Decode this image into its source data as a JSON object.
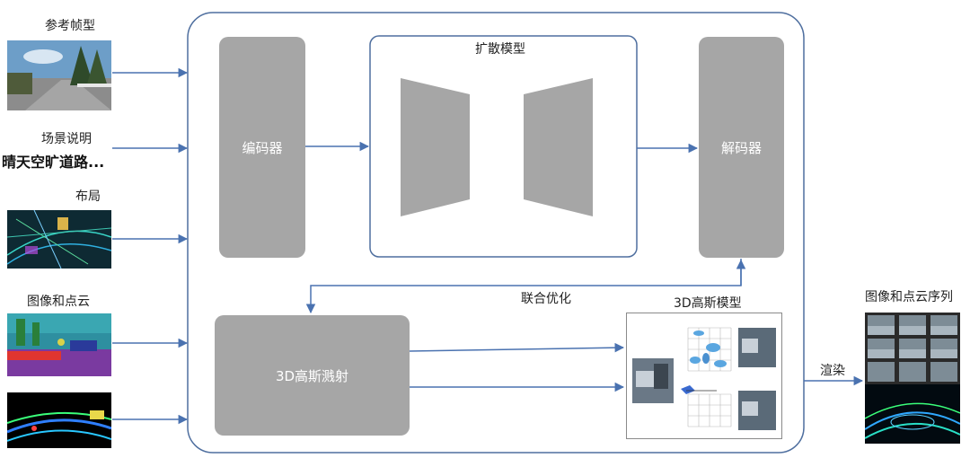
{
  "inputs": {
    "reference_frame": "参考帧型",
    "scene_description": "场景说明",
    "scene_text": "晴天空旷道路...",
    "layout": "布局",
    "image_pointcloud": "图像和点云"
  },
  "modules": {
    "encoder": "编码器",
    "diffusion": "扩散模型",
    "decoder": "解码器",
    "splatting": "3D高斯溅射",
    "gaussian_model": "3D高斯模型"
  },
  "edges": {
    "joint_optimization": "联合优化",
    "render": "渲染"
  },
  "output": {
    "title": "图像和点云序列"
  },
  "colors": {
    "arrow": "#4a72b0",
    "block": "#a6a6a6",
    "frame": "#4f6f9f"
  }
}
